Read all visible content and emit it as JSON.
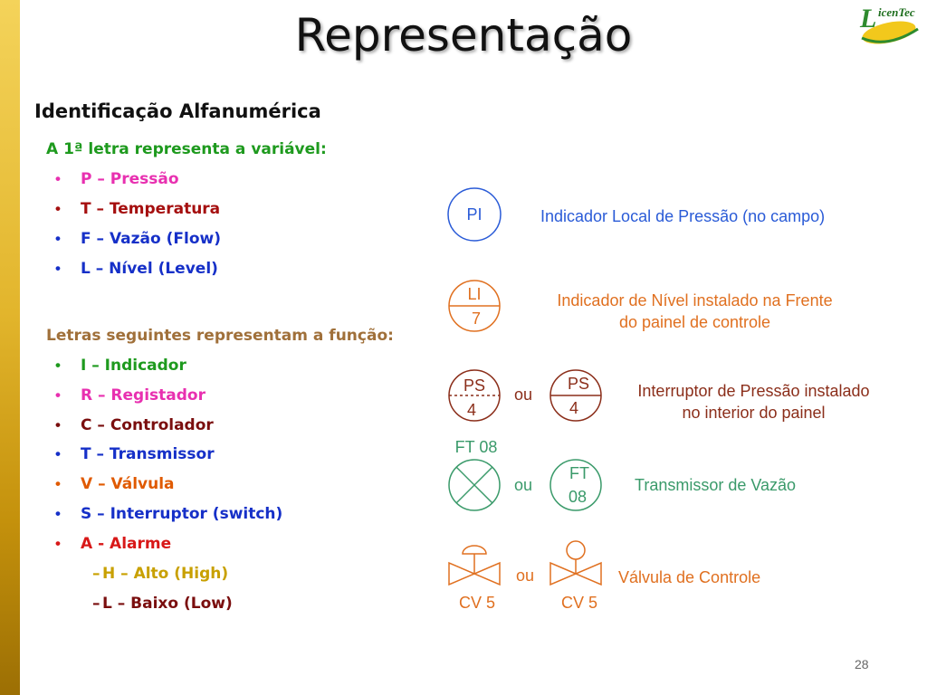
{
  "slide": {
    "title": "Representação",
    "subtitle": "Identificação Alfanumérica",
    "page_number": "28"
  },
  "logo": {
    "text": "icenTec",
    "big_letter": "L"
  },
  "variables": {
    "heading": "A 1ª letra representa a variável:",
    "items": [
      {
        "label": "P – Pressão",
        "color": "#e830b0"
      },
      {
        "label": "T – Temperatura",
        "color": "#a50f0f"
      },
      {
        "label": "F – Vazão (Flow)",
        "color": "#1630c8"
      },
      {
        "label": "L – Nível (Level)",
        "color": "#1630c8"
      }
    ]
  },
  "functions": {
    "heading": "Letras seguintes representam a função:",
    "items": [
      {
        "label": "I – Indicador",
        "color": "#1e9a1e"
      },
      {
        "label": "R – Registador",
        "color": "#e830b0"
      },
      {
        "label": "C – Controlador",
        "color": "#7a0e0e"
      },
      {
        "label": "T – Transmissor",
        "color": "#1630c8"
      },
      {
        "label": "V – Válvula",
        "color": "#e05a00"
      },
      {
        "label": "S – Interruptor (switch)",
        "color": "#1630c8"
      },
      {
        "label": "A - Alarme",
        "color": "#d81818"
      }
    ],
    "sub_items": [
      {
        "label": "H – Alto (High)",
        "color": "#c8a000"
      },
      {
        "label": "L – Baixo (Low)",
        "color": "#7a0e0e"
      }
    ]
  },
  "diagram": {
    "pi": {
      "tag": "PI",
      "description": "Indicador Local de Pressão (no campo)"
    },
    "li": {
      "tag": "LI",
      "number": "7",
      "description_line1": "Indicador de Nível instalado na Frente",
      "description_line2": "do painel de controle"
    },
    "ps": {
      "tag": "PS",
      "number": "4",
      "or": "ou",
      "description_line1": "Interruptor de Pressão instalado",
      "description_line2": "no interior do painel"
    },
    "ft": {
      "tag": "FT",
      "number": "08",
      "top_label": "FT 08",
      "or": "ou",
      "description": "Transmissor de Vazão"
    },
    "cv": {
      "label": "CV 5",
      "or": "ou",
      "description": "Válvula de Controle"
    }
  },
  "colors": {
    "blue": "#2a5bd7",
    "orange": "#e07020",
    "brown": "#8b2e1a",
    "green": "#3a9a6a",
    "heading_green": "#1e9a1e",
    "heading_brown": "#a0703a"
  }
}
